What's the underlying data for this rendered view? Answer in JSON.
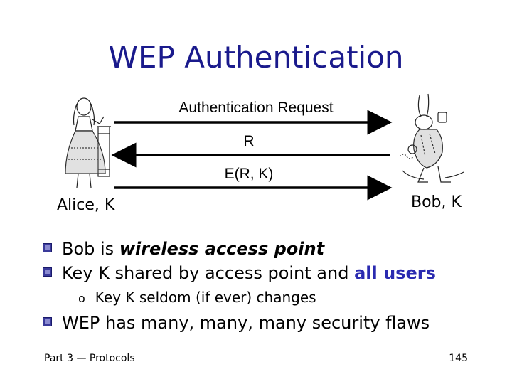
{
  "slide": {
    "title": "WEP Authentication",
    "messages": [
      {
        "text": "Authentication Request",
        "direction": "right"
      },
      {
        "text": "R",
        "direction": "left"
      },
      {
        "text": "E(R, K)",
        "direction": "right"
      }
    ],
    "alice_label": "Alice, K",
    "bob_label": "Bob, K",
    "bullets": {
      "b1": {
        "prefix": "Bob is ",
        "emph": "wireless access point"
      },
      "b2": {
        "prefix": "Key K shared by access point and ",
        "highlight": "all users"
      },
      "sub1": "Key K seldom (if ever) changes",
      "b3": "WEP has many, many, many security flaws"
    },
    "footer_left": "Part 3 — Protocols",
    "page_number": "145"
  },
  "colors": {
    "title": "#1a1a8c",
    "highlight": "#2a2ab0",
    "bullet": "#3a3a9a"
  },
  "icons": {
    "alice": "alice-figure-icon",
    "bob": "white-rabbit-figure-icon",
    "sub_bullet": "circle-o"
  }
}
